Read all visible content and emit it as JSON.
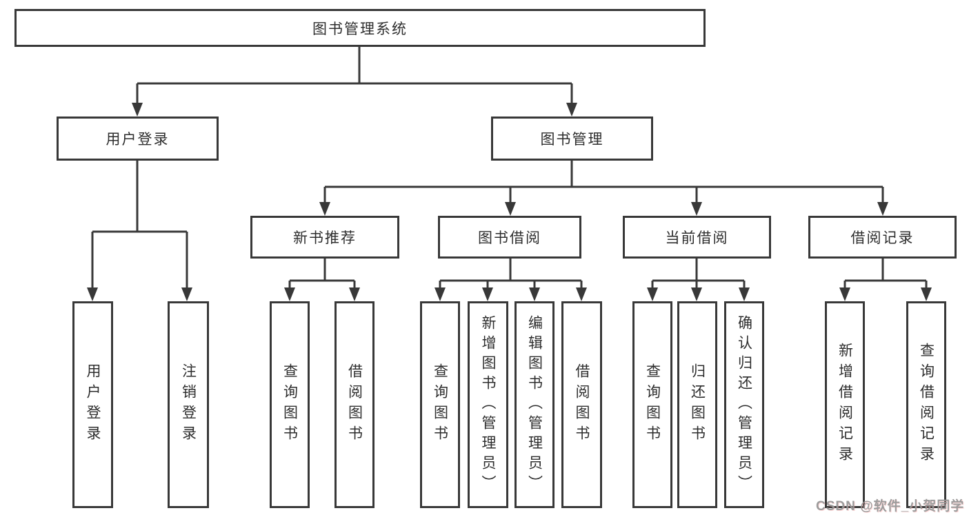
{
  "root": {
    "label": "图书管理系统"
  },
  "login": {
    "label": "用户登录",
    "children": [
      {
        "label": "用户登录"
      },
      {
        "label": "注销登录"
      }
    ]
  },
  "mgmt": {
    "label": "图书管理",
    "sections": [
      {
        "label": "新书推荐",
        "children": [
          {
            "label": "查询图书"
          },
          {
            "label": "借阅图书"
          }
        ]
      },
      {
        "label": "图书借阅",
        "children": [
          {
            "label": "查询图书"
          },
          {
            "label": "新增图书（管理员）"
          },
          {
            "label": "编辑图书（管理员）"
          },
          {
            "label": "借阅图书"
          }
        ]
      },
      {
        "label": "当前借阅",
        "children": [
          {
            "label": "查询图书"
          },
          {
            "label": "归还图书"
          },
          {
            "label": "确认归还（管理员）"
          }
        ]
      },
      {
        "label": "借阅记录",
        "children": [
          {
            "label": "新增借阅记录"
          },
          {
            "label": "查询借阅记录"
          }
        ]
      }
    ]
  },
  "watermark": {
    "text": "CSDN @软件_小贺同学"
  },
  "colors": {
    "line": "#383838",
    "box_background": "#ffffff",
    "text": "#2d2d2d",
    "watermark": "#979797"
  }
}
